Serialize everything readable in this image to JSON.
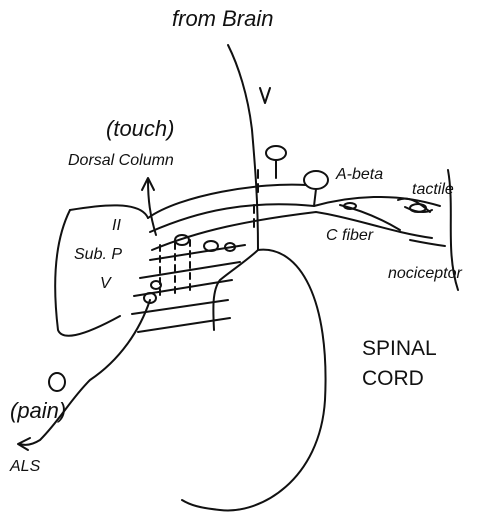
{
  "labels": {
    "from_brain": "from Brain",
    "touch": "(touch)",
    "dorsal_column": "Dorsal Column",
    "a_beta": "A-beta",
    "tactile": "tactile",
    "lamina_ii": "II",
    "sub_p": "Sub. P",
    "c_fiber": "C fiber",
    "lamina_v": "V",
    "nociceptor": "nociceptor",
    "spinal": "SPINAL",
    "cord": "CORD",
    "pain": "(pain)",
    "als": "ALS"
  },
  "colors": {
    "ink": "#111111",
    "background": "#ffffff"
  }
}
